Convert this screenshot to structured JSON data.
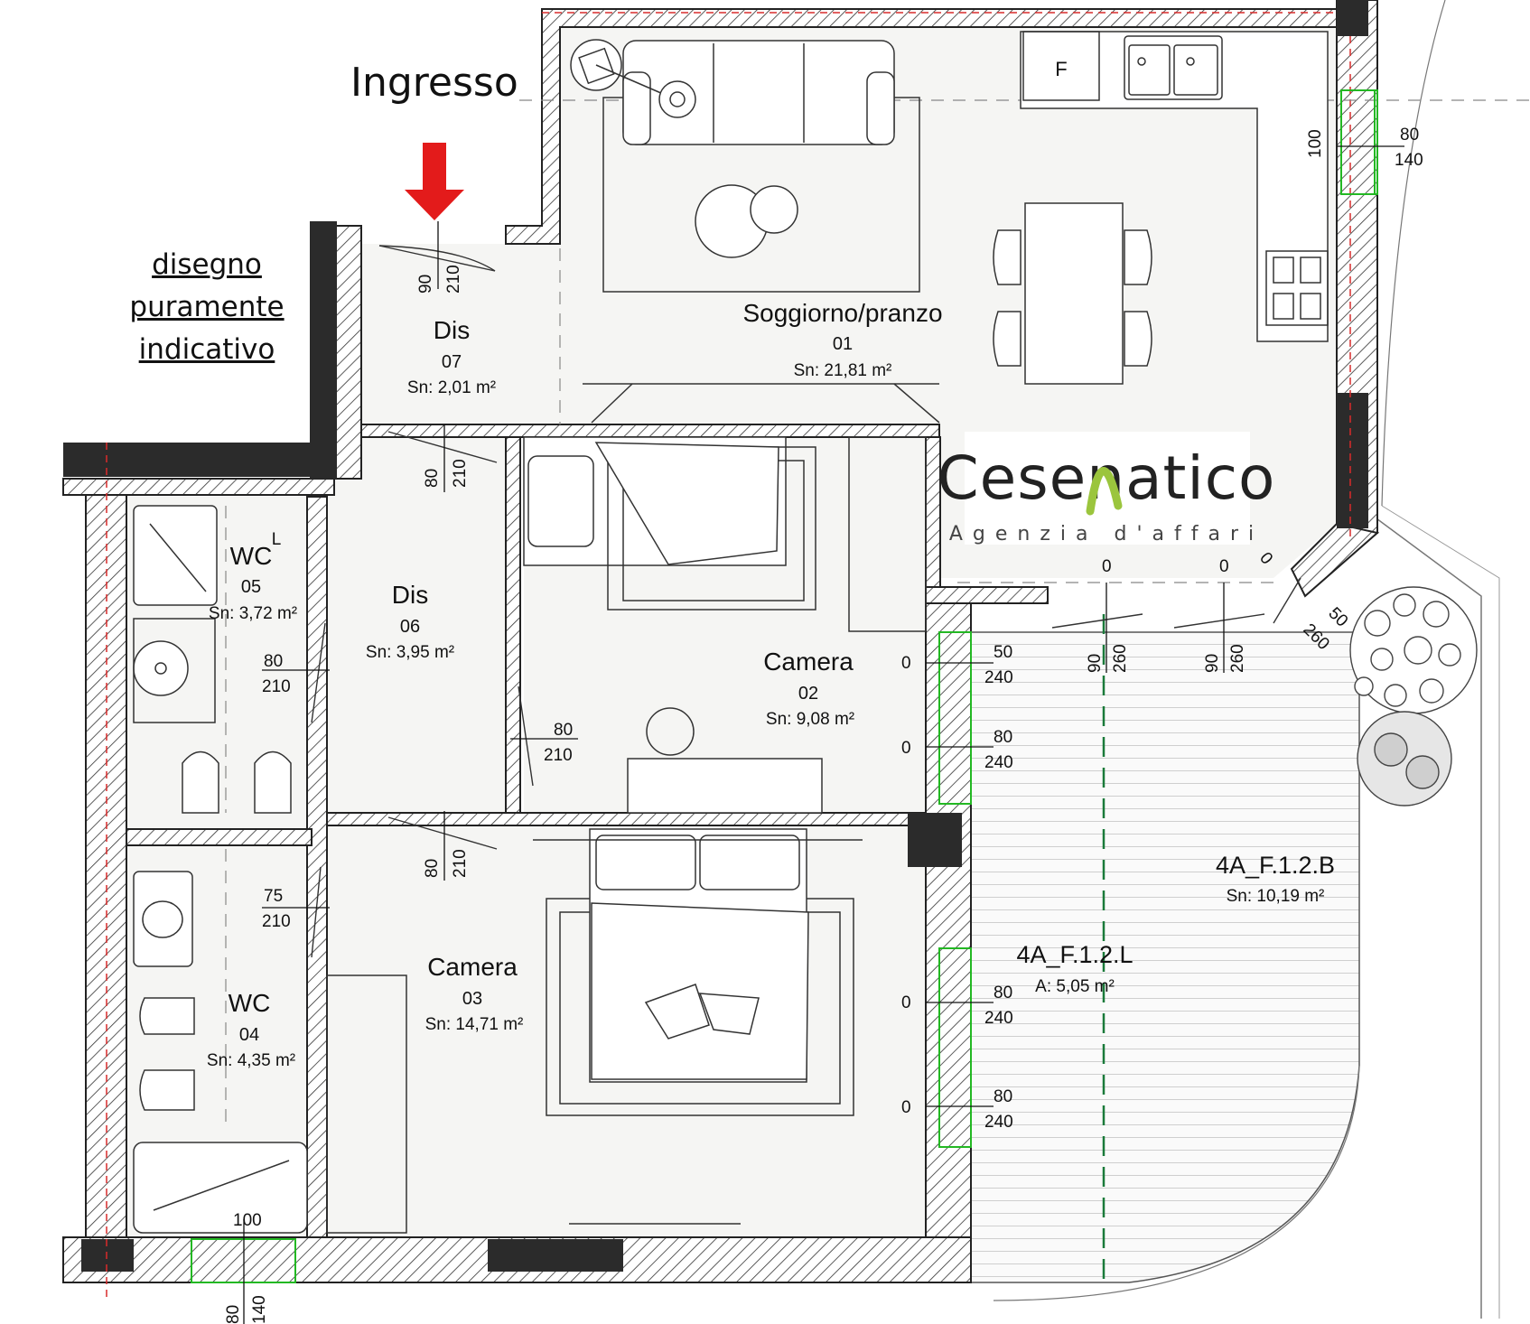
{
  "entrance": {
    "label": "Ingresso",
    "arrow_color": "#e31b1b"
  },
  "disclaimer": [
    "disegno",
    "puramente",
    "indicativo"
  ],
  "logo": {
    "text": "Cesenatico",
    "tagline": "Agenzia d'affari",
    "accent": "#9bc53d"
  },
  "rooms": {
    "r01": {
      "name": "Soggiorno/pranzo",
      "num": "01",
      "area": "Sn: 21,81 m²"
    },
    "r02": {
      "name": "Camera",
      "num": "02",
      "area": "Sn: 9,08 m²"
    },
    "r03": {
      "name": "Camera",
      "num": "03",
      "area": "Sn: 14,71 m²"
    },
    "r04": {
      "name": "WC",
      "num": "04",
      "area": "Sn: 4,35 m²"
    },
    "r05": {
      "name": "WC",
      "sup": "L",
      "num": "05",
      "area": "Sn: 3,72 m²"
    },
    "r06": {
      "name": "Dis",
      "num": "06",
      "area": "Sn: 3,95 m²"
    },
    "r07": {
      "name": "Dis",
      "num": "07",
      "area": "Sn: 2,01 m²"
    },
    "terrace_b": {
      "name": "4A_F.1.2.B",
      "area": "Sn: 10,19 m²"
    },
    "terrace_l": {
      "name": "4A_F.1.2.L",
      "area": "A: 5,05 m²"
    }
  },
  "fridge_label": "F",
  "dims": {
    "d90": "90",
    "d210": "210",
    "d80": "80",
    "d75": "75",
    "d100": "100",
    "d140": "140",
    "d50": "50",
    "d240": "240",
    "d260": "260",
    "d0": "0"
  },
  "colors": {
    "wall": "#2b2b2b",
    "window": "#23b823",
    "axis": "#1a7a3a",
    "redline": "#d92b2b"
  }
}
